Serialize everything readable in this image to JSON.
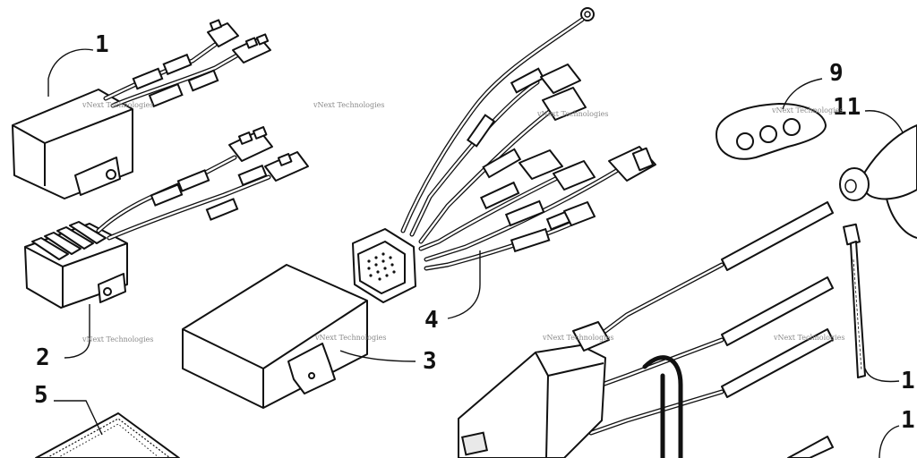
{
  "diagram": {
    "callouts": [
      {
        "id": "1a",
        "label": "1"
      },
      {
        "id": "2",
        "label": "2"
      },
      {
        "id": "3",
        "label": "3"
      },
      {
        "id": "4",
        "label": "4"
      },
      {
        "id": "5",
        "label": "5"
      },
      {
        "id": "9",
        "label": "9"
      },
      {
        "id": "11",
        "label": "11"
      },
      {
        "id": "1b",
        "label": "1"
      },
      {
        "id": "1c",
        "label": "1"
      }
    ],
    "watermark": {
      "text": "vNext Technologies"
    },
    "colors": {
      "line": "#111111",
      "watermark": "#8a8a8a"
    }
  }
}
